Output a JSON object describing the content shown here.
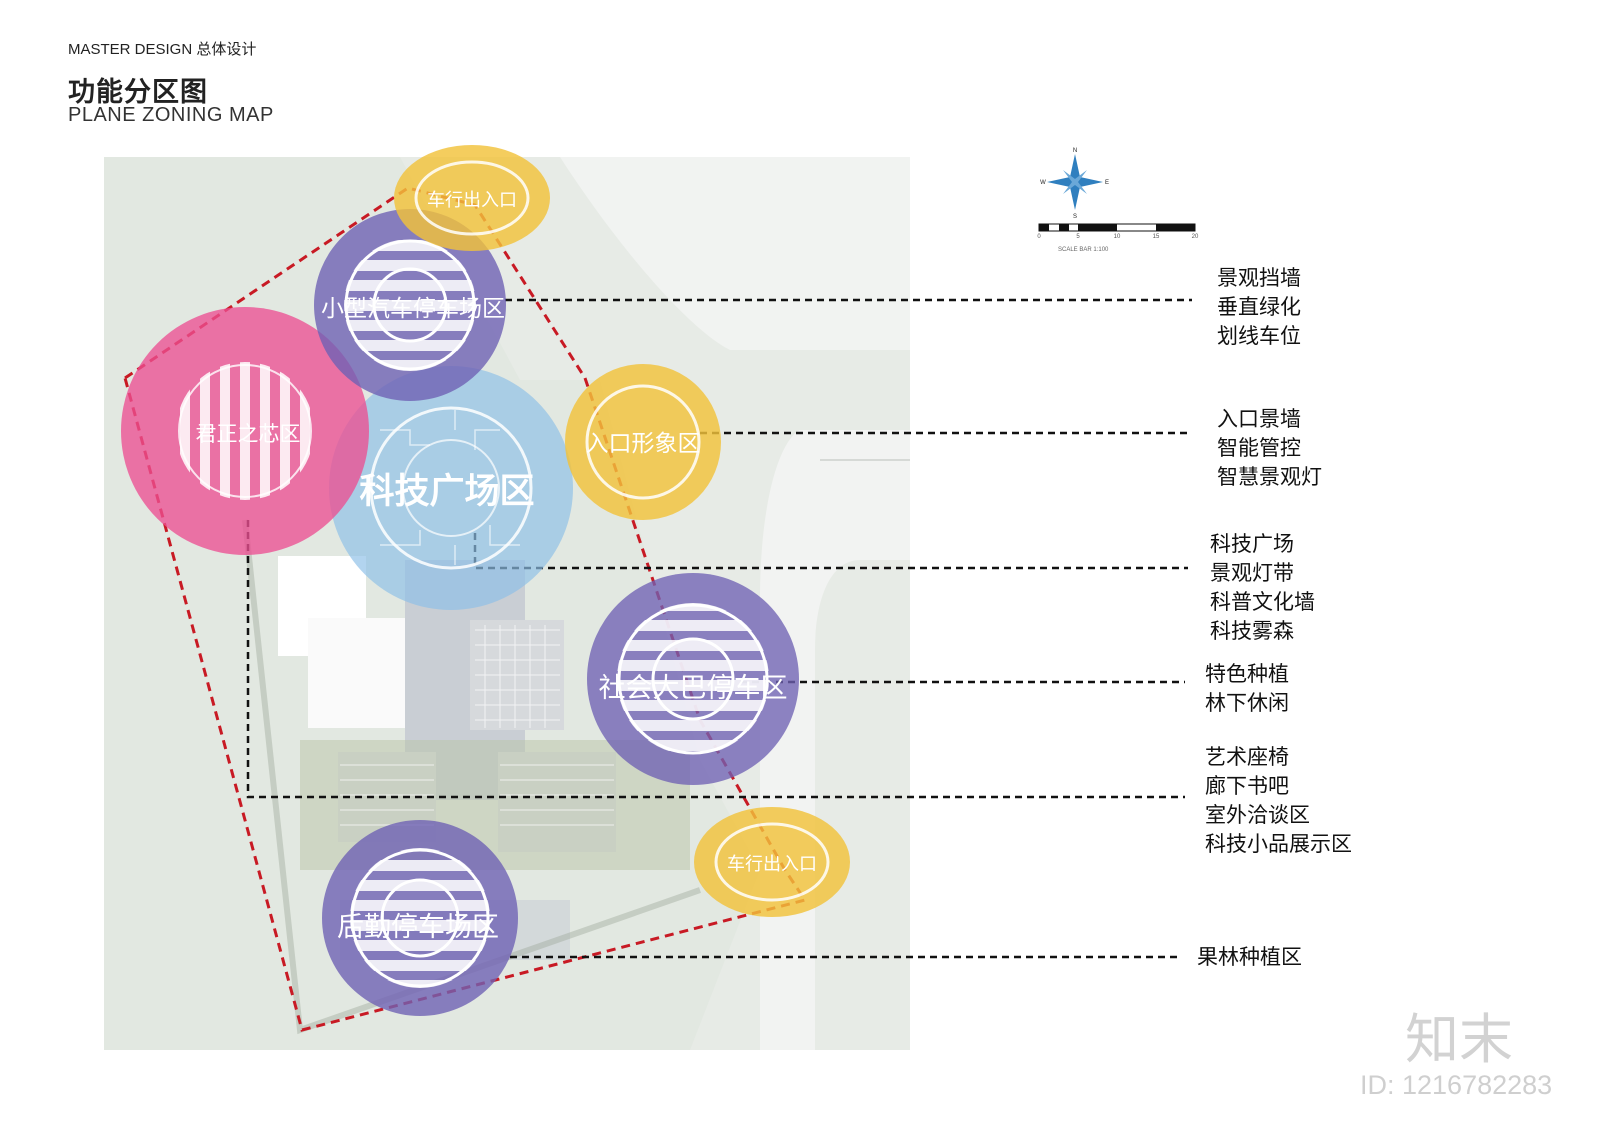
{
  "header": {
    "small": "MASTER DESIGN 总体设计",
    "title": "功能分区图",
    "subtitle": "PLANE ZONING MAP"
  },
  "zones": {
    "entry_top": "车行出入口",
    "small_parking": "小型汽车停车场区",
    "core": "君正之芯区",
    "tech_plaza": "科技广场区",
    "entrance_image": "入口形象区",
    "bus_parking": "社会大巴停车区",
    "entry_bottom": "车行出入口",
    "logistics_parking": "后勤停车场区"
  },
  "colors": {
    "purple": "#6f62b4",
    "pink": "#ec4f92",
    "blue": "#8ec0e8",
    "yellow": "#f2c23a",
    "boundary": "#c81a24"
  },
  "scale": {
    "caption": "SCALE BAR 1:100",
    "ticks": [
      "0",
      "5",
      "10",
      "15",
      "20"
    ],
    "compass": [
      "N",
      "E",
      "S",
      "W"
    ]
  },
  "legends": [
    {
      "lines": [
        "景观挡墙",
        "垂直绿化",
        "划线车位"
      ]
    },
    {
      "lines": [
        "入口景墙",
        "智能管控",
        "智慧景观灯"
      ]
    },
    {
      "lines": [
        "科技广场",
        "景观灯带",
        "科普文化墙",
        "科技雾森"
      ]
    },
    {
      "lines": [
        "特色种植",
        "林下休闲"
      ]
    },
    {
      "lines": [
        "艺术座椅",
        "廊下书吧",
        "室外洽谈区",
        "科技小品展示区"
      ]
    },
    {
      "lines": [
        "果林种植区"
      ]
    }
  ],
  "watermark": {
    "brand": "知末",
    "id": "ID: 1216782283"
  }
}
